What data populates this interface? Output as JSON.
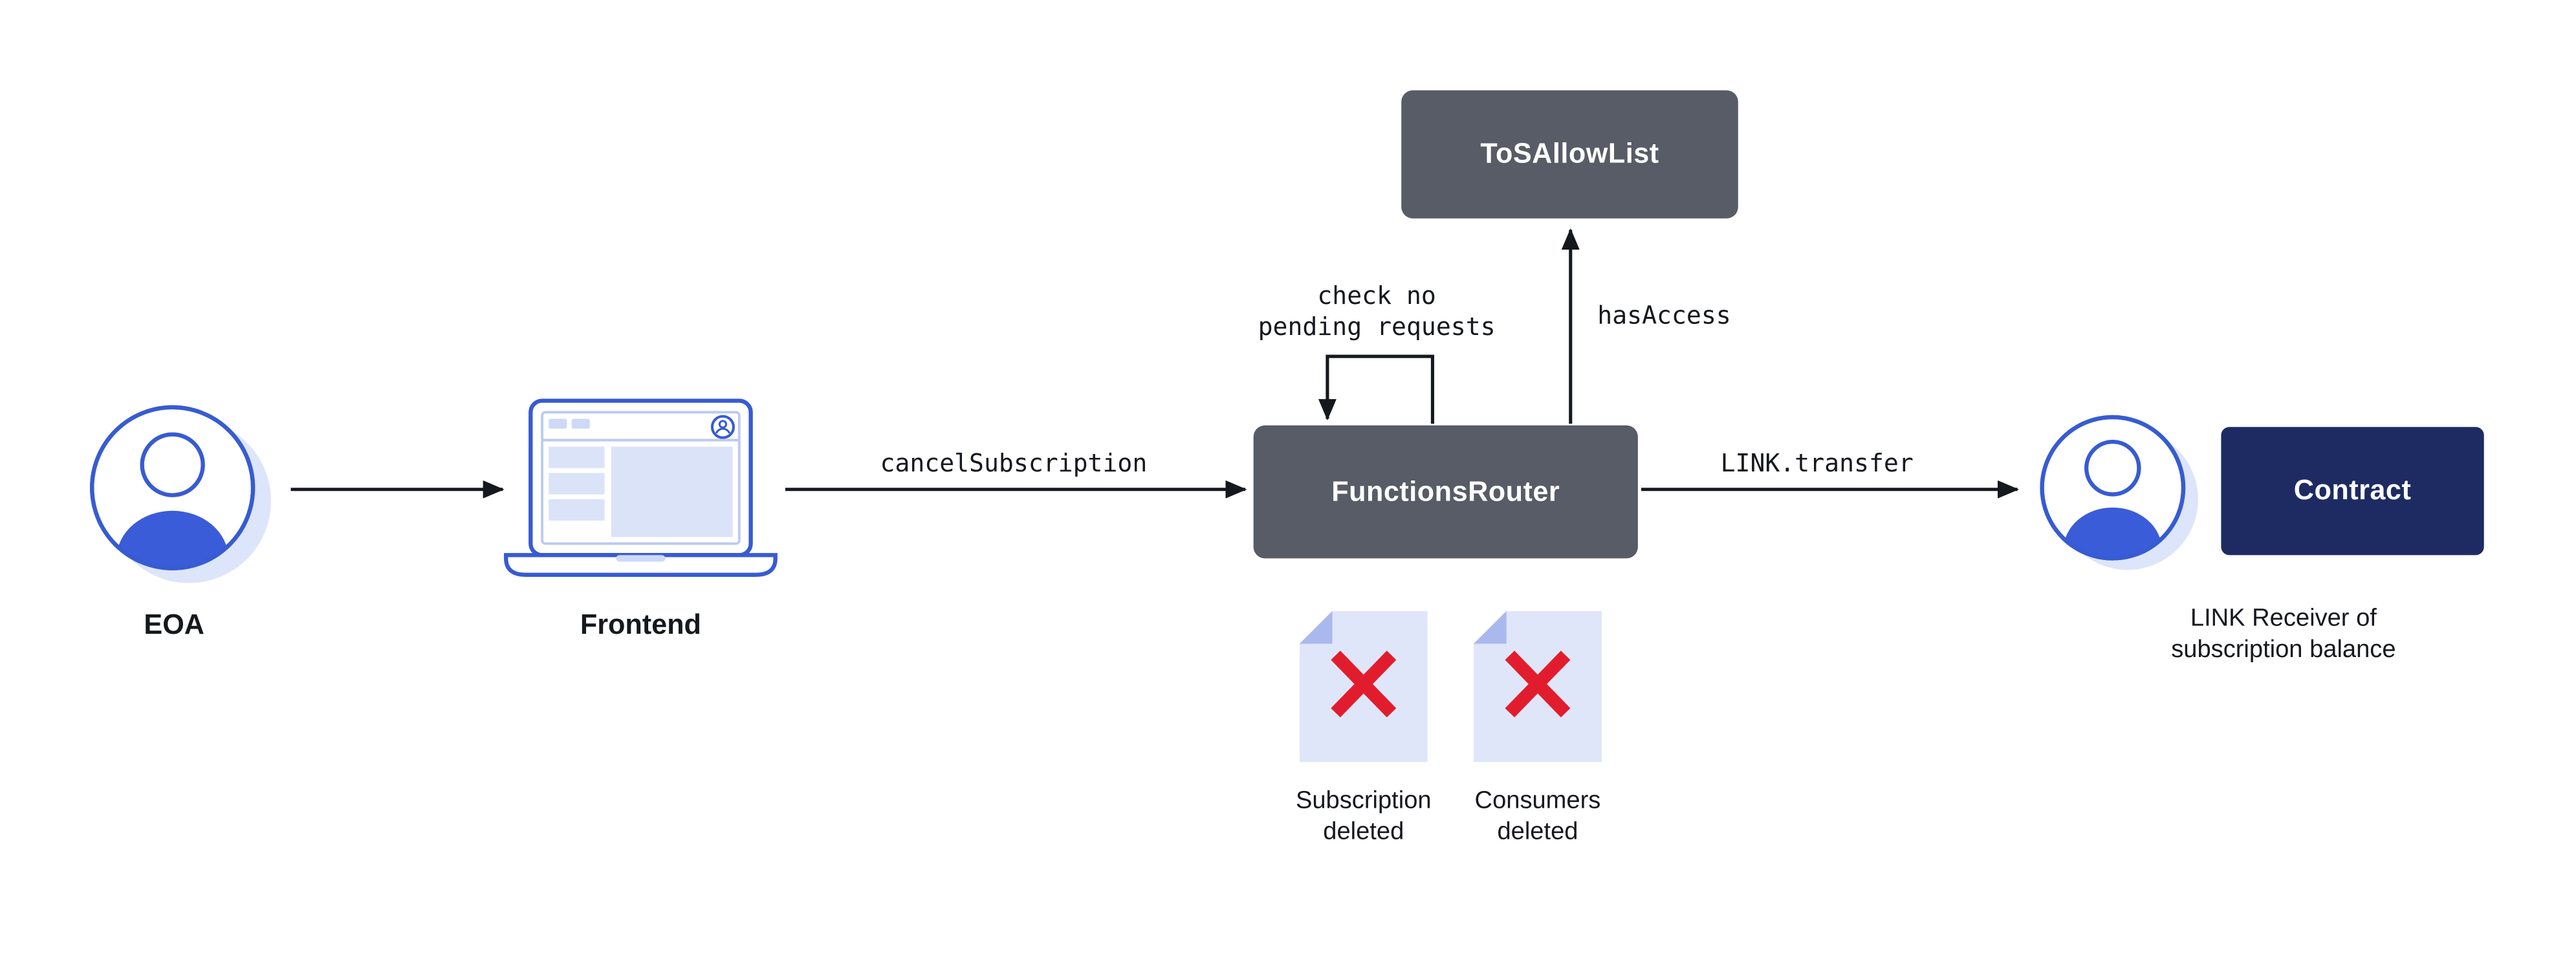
{
  "nodes": {
    "eoa": {
      "label": "EOA"
    },
    "frontend": {
      "label": "Frontend"
    },
    "functions_router": {
      "label": "FunctionsRouter"
    },
    "tos_allow_list": {
      "label": "ToSAllowList"
    },
    "contract": {
      "label": "Contract"
    },
    "link_receiver": {
      "caption": "LINK Receiver of\nsubscription balance"
    }
  },
  "edges": {
    "cancel_subscription": {
      "label": "cancelSubscription"
    },
    "check_pending": {
      "label": "check no\npending requests"
    },
    "has_access": {
      "label": "hasAccess"
    },
    "link_transfer": {
      "label": "LINK.transfer"
    }
  },
  "artifacts": [
    {
      "label": "Subscription\ndeleted"
    },
    {
      "label": "Consumers\ndeleted"
    }
  ],
  "colors": {
    "box_gray": "#575c66",
    "box_navy": "#1e2b63",
    "brand_blue": "#375bd2",
    "person_fill_blue": "#3b5cd8",
    "shadow_blue": "#dde5fa",
    "doc_bg": "#e0e6f9",
    "doc_fold": "#a9b9ee",
    "x_red": "#e11d2d",
    "arrow": "#15181d"
  }
}
